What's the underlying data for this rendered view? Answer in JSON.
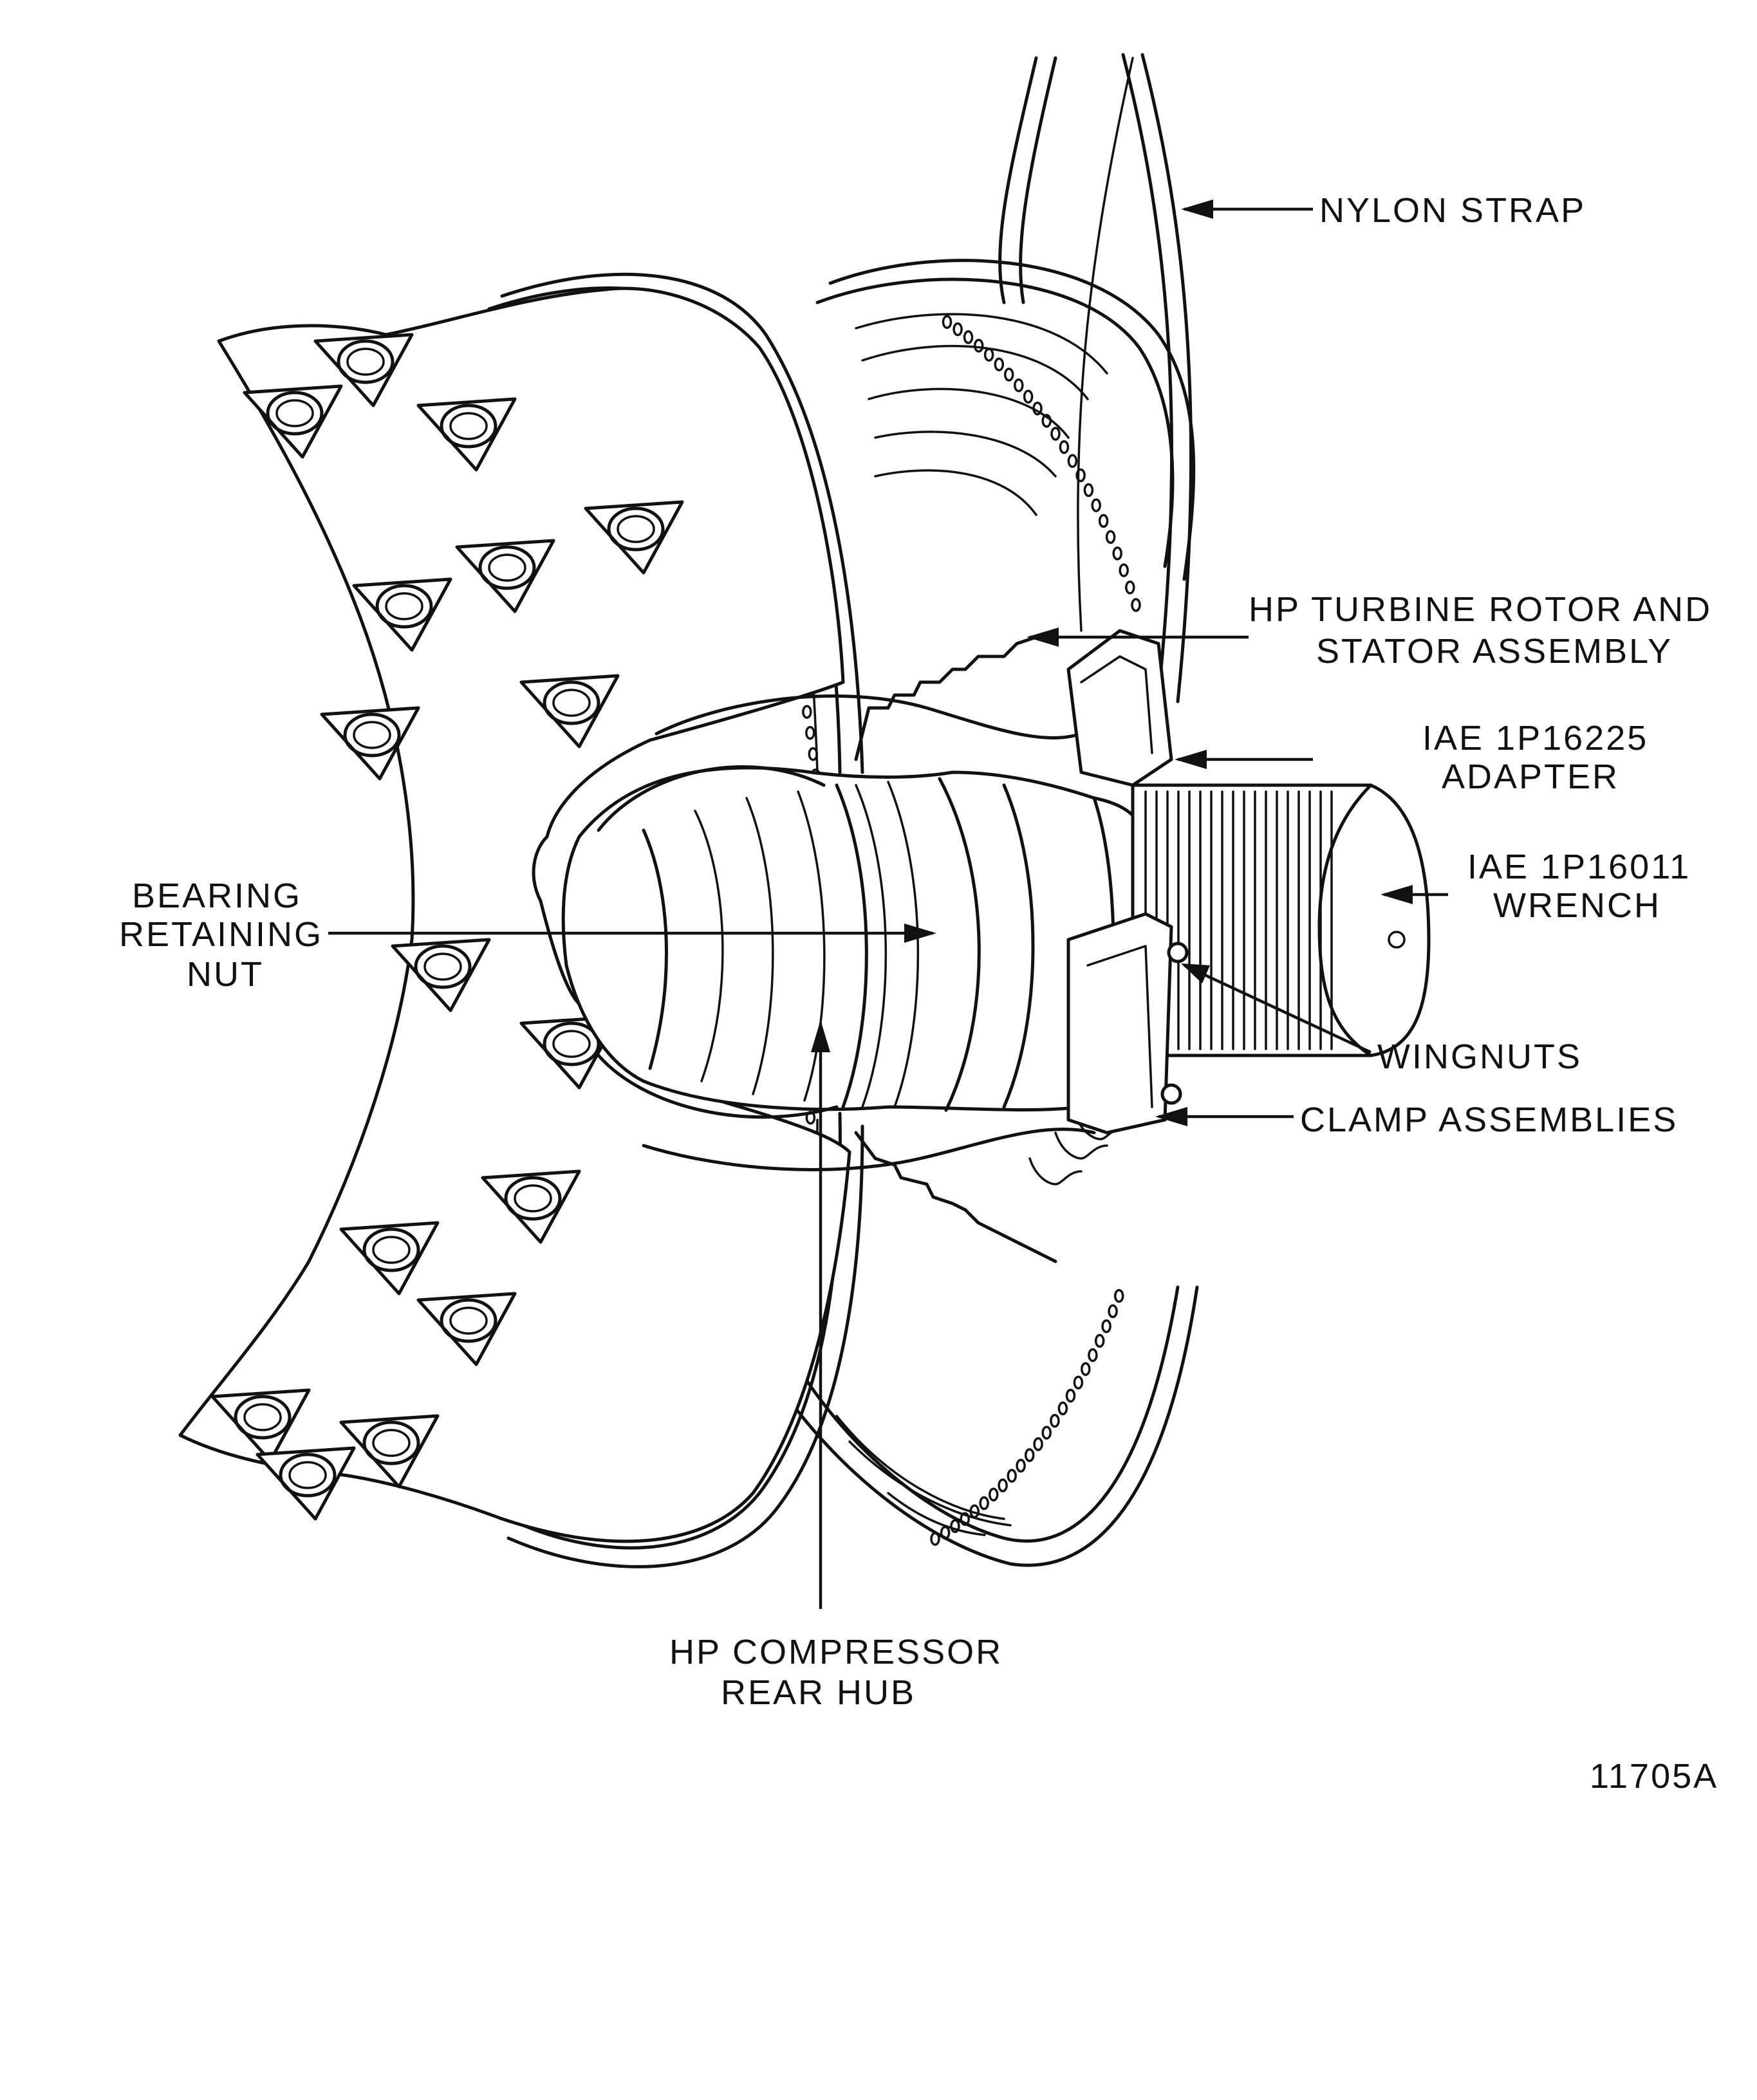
{
  "figure_id": "11705A",
  "callouts": {
    "nylon_strap": [
      "NYLON STRAP"
    ],
    "hp_turbine": [
      "HP TURBINE ROTOR AND",
      "STATOR ASSEMBLY"
    ],
    "adapter": [
      "IAE 1P16225",
      "ADAPTER"
    ],
    "wrench": [
      "IAE 1P16011",
      "WRENCH"
    ],
    "bearing_nut": [
      "BEARING",
      "RETAINING",
      "NUT"
    ],
    "wingnuts": [
      "WINGNUTS"
    ],
    "clamp_assemblies": [
      "CLAMP ASSEMBLIES"
    ],
    "hp_compressor_hub": [
      "HP COMPRESSOR",
      "REAR HUB"
    ]
  },
  "colors": {
    "line": "#111111",
    "background": "#ffffff"
  }
}
